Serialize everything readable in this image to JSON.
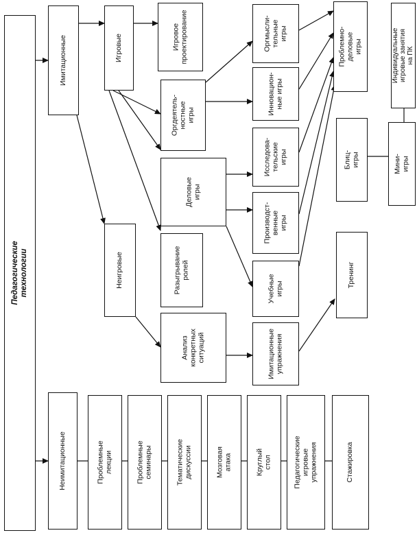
{
  "root": "Педагогические технологии",
  "imitative": "Имитационные",
  "non_imitative": "Неимитационные",
  "game": "Игровые",
  "non_game": "Неигровые",
  "game_design": "Игровое\nпроектирование",
  "org_activity_games": "Оргдеятель-\nностные игры",
  "business_games": "Деловые игры",
  "role_play": "Разыгрывание\nролей",
  "case_analysis": "Анализ\nконкретных\nситуаций",
  "thinking_games": "Оргмысли-\nтельные игры",
  "innovation_games": "Инновацион-\nные игры",
  "research_games": "Исследова-\nтельские игры",
  "production_games": "Производст-\nвенные игры",
  "training_games": "Учебные игры",
  "imitation_exercises": "Имитационные\nупражнения",
  "problem_business_games": "Проблемно-деловые\nигры",
  "blitz_games": "Блиц-игры",
  "training": "Тренинг",
  "mini_games": "Мини-игры",
  "individual_games": "Индивидуальные\nигровые занятия на ПК",
  "methods": {
    "problem_lectures": "Проблемные лекции",
    "problem_seminars": "Проблемные семинары",
    "thematic_discussions": "Тематические дискуссии",
    "brainstorm": "Мозговая атака",
    "round_table": "Круглый стол",
    "ped_exercises": "Педагогические игровые\nупражнения",
    "internship": "Стажировка"
  }
}
